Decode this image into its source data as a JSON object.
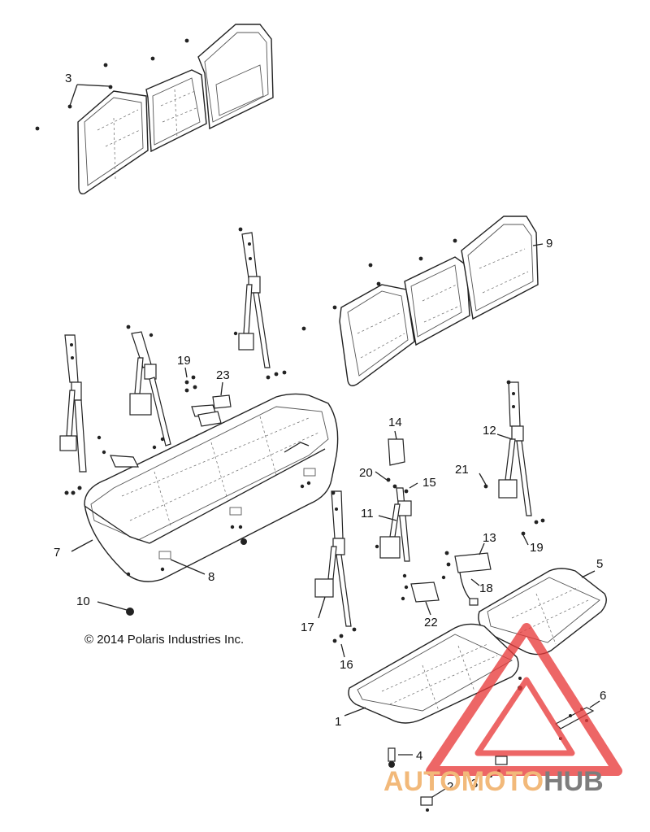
{
  "diagram": {
    "copyright": "© 2014 Polaris Industries Inc.",
    "callouts": [
      {
        "id": "c3a",
        "text": "3"
      },
      {
        "id": "c9",
        "text": "9"
      },
      {
        "id": "c19a",
        "text": "19"
      },
      {
        "id": "c23",
        "text": "23"
      },
      {
        "id": "c14",
        "text": "14"
      },
      {
        "id": "c12",
        "text": "12"
      },
      {
        "id": "c20",
        "text": "20"
      },
      {
        "id": "c15",
        "text": "15"
      },
      {
        "id": "c21",
        "text": "21"
      },
      {
        "id": "c11",
        "text": "11"
      },
      {
        "id": "c7",
        "text": "7"
      },
      {
        "id": "c8",
        "text": "8"
      },
      {
        "id": "c19b",
        "text": "19"
      },
      {
        "id": "c13",
        "text": "13"
      },
      {
        "id": "c5",
        "text": "5"
      },
      {
        "id": "c10",
        "text": "10"
      },
      {
        "id": "c18",
        "text": "18"
      },
      {
        "id": "c17",
        "text": "17"
      },
      {
        "id": "c22",
        "text": "22"
      },
      {
        "id": "c16",
        "text": "16"
      },
      {
        "id": "c6",
        "text": "6"
      },
      {
        "id": "c1",
        "text": "1"
      },
      {
        "id": "c4",
        "text": "4"
      },
      {
        "id": "c2",
        "text": "2"
      },
      {
        "id": "c3b",
        "text": "3"
      }
    ]
  },
  "watermark": {
    "part1": "AUTOMOTO",
    "part2": "HUB",
    "color_primary": "#f2b97a",
    "color_secondary": "#7d7d7d",
    "triangle_color": "#e83c3c"
  }
}
